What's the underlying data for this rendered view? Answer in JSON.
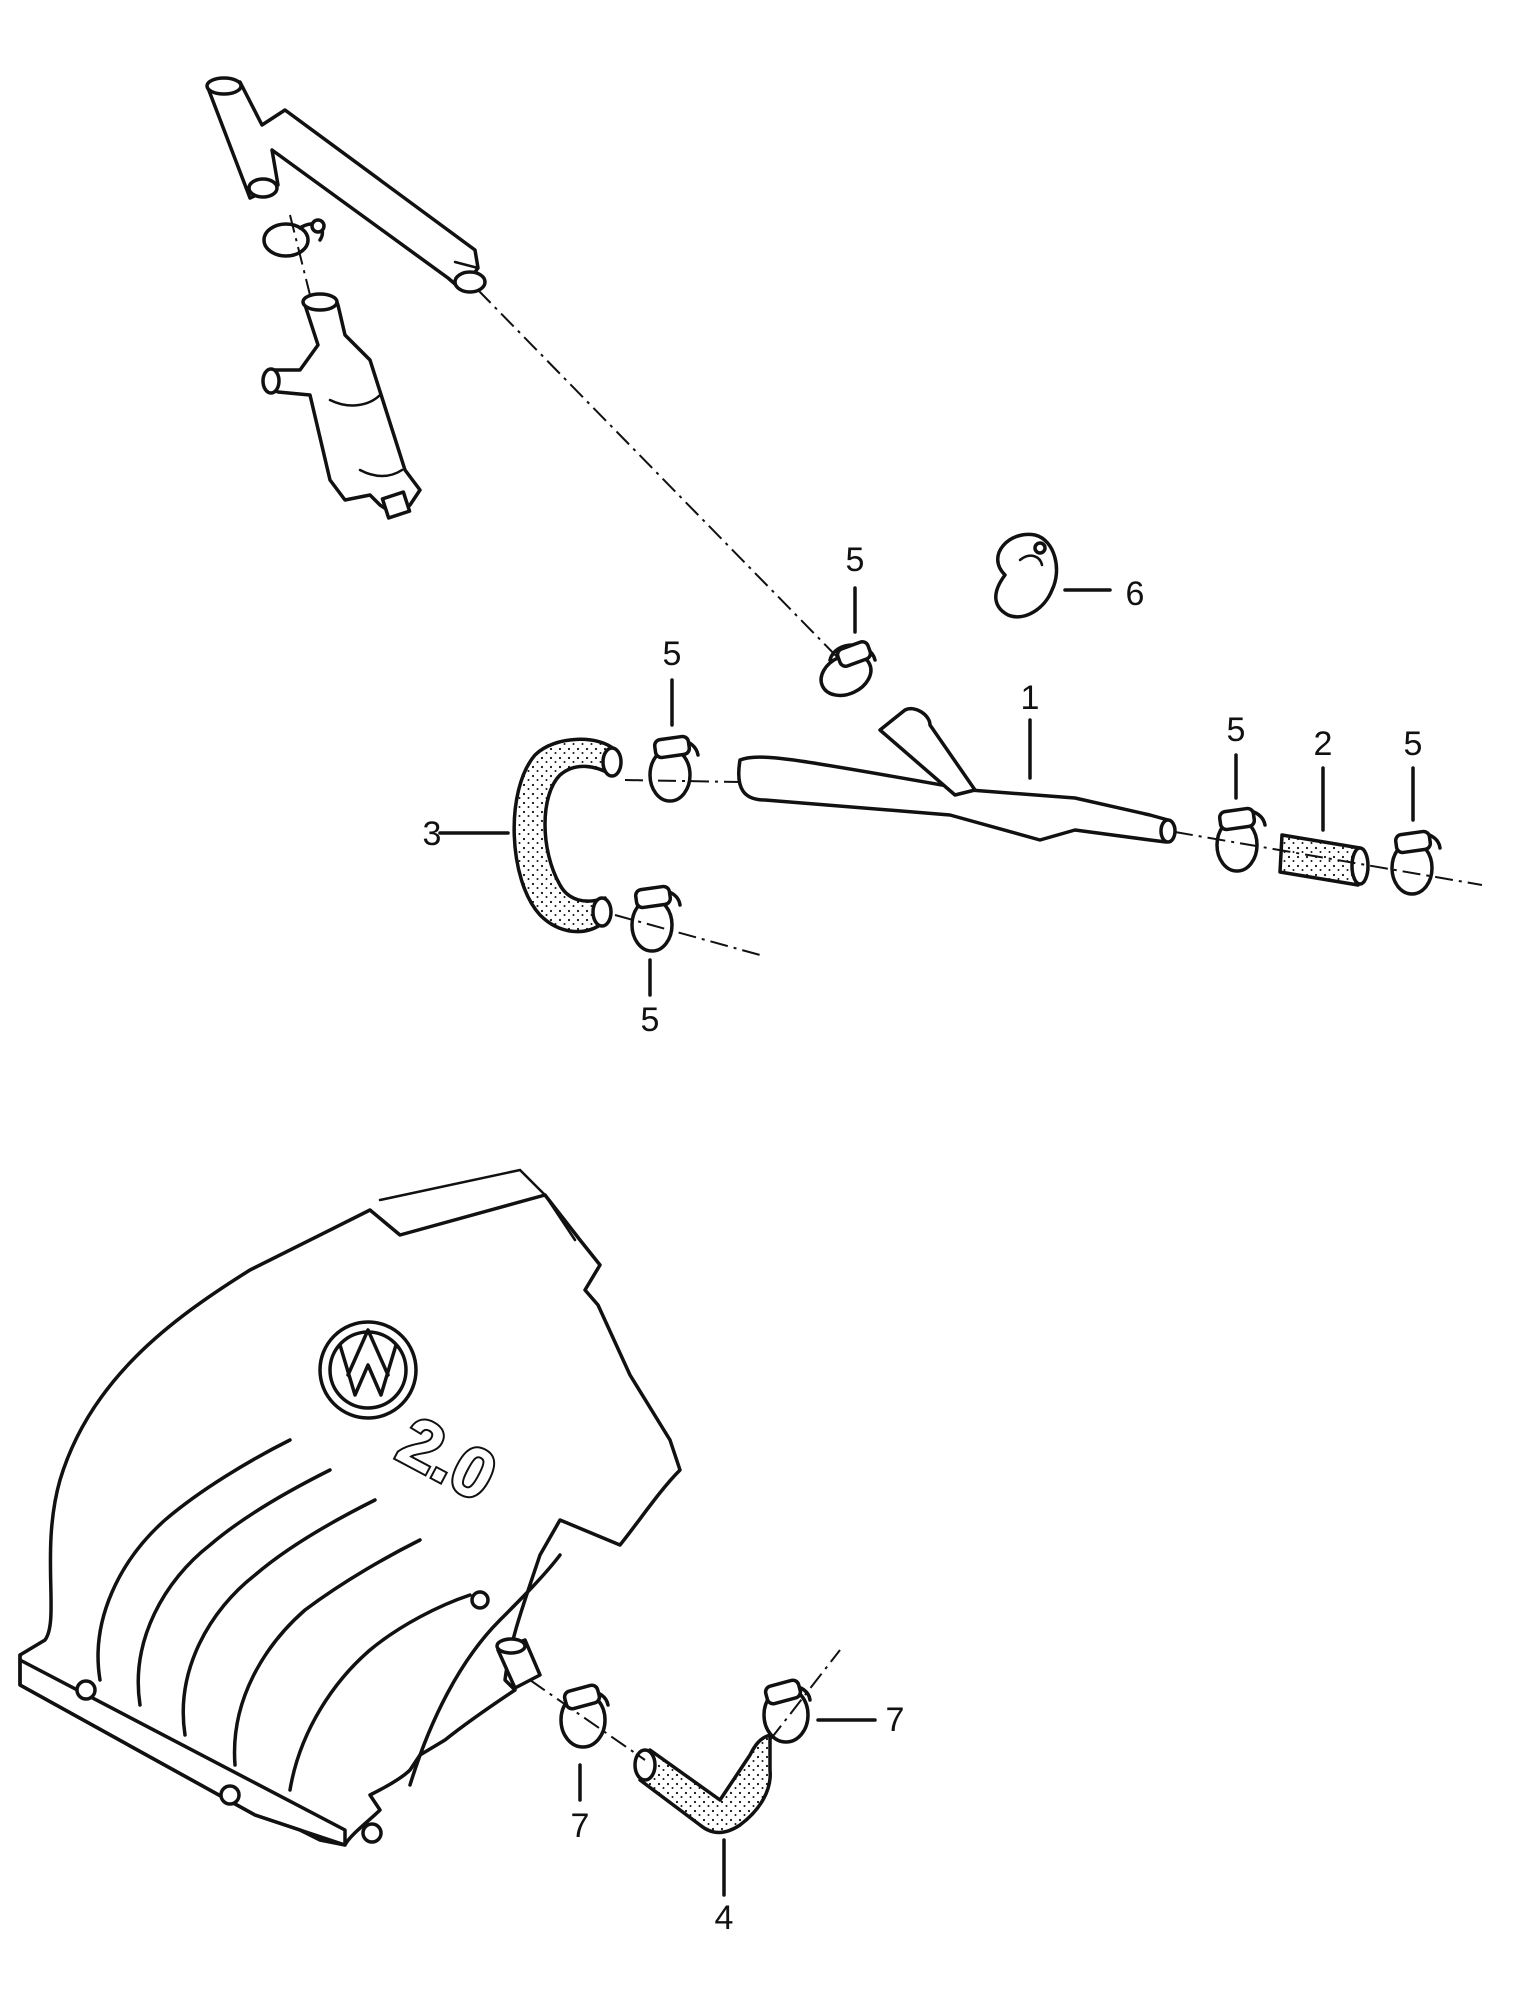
{
  "callouts": {
    "c1": "1",
    "c2": "2",
    "c3": "3",
    "c4": "4",
    "c5a": "5",
    "c5b": "5",
    "c5c": "5",
    "c5d": "5",
    "c5e": "5",
    "c6": "6",
    "c7a": "7",
    "c7b": "7"
  },
  "manifold_badge": "2.0",
  "colors": {
    "ink": "#111111",
    "paper": "#ffffff"
  }
}
